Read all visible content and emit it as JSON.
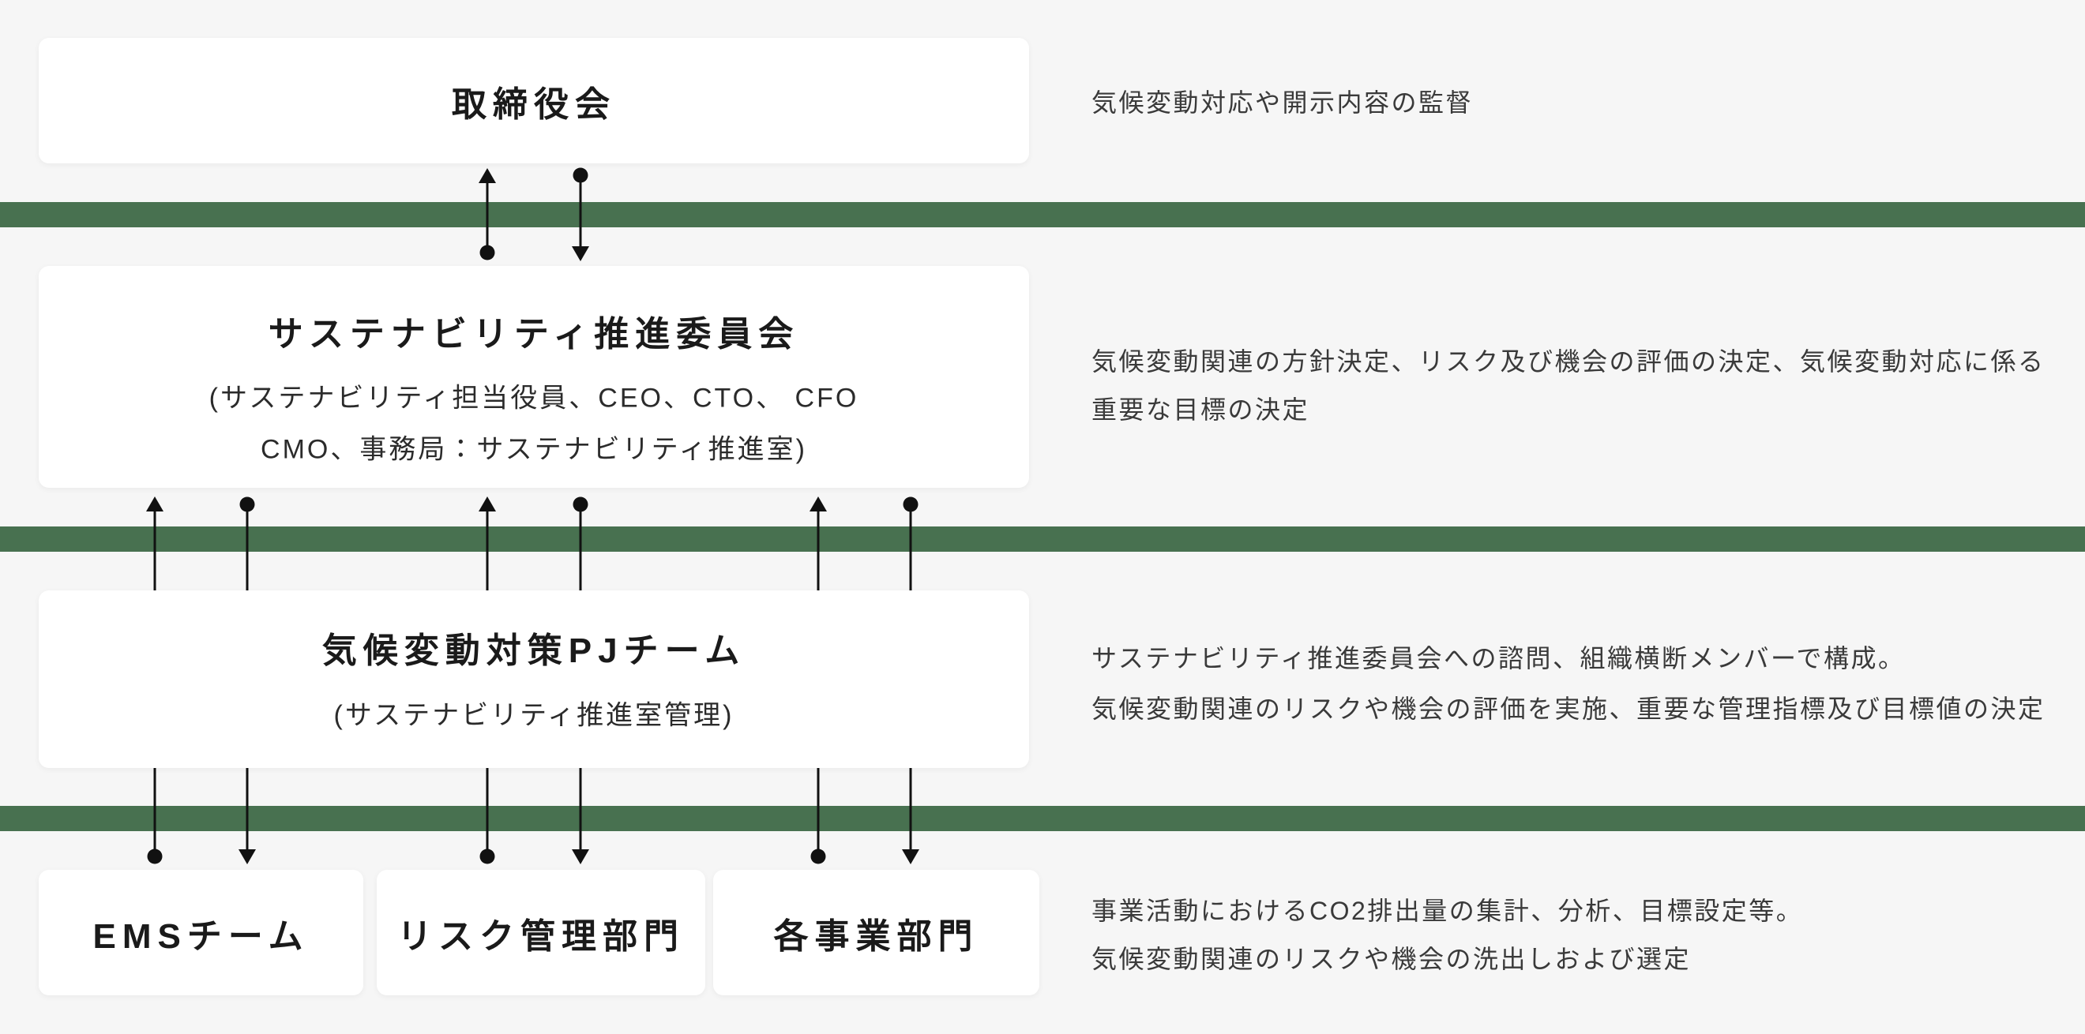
{
  "page": {
    "background_color": "#f6f6f6",
    "divider_color": "#487150",
    "arrow_color": "#111111"
  },
  "diagram": {
    "levels": [
      {
        "id": "board",
        "title": "取締役会",
        "description_lines": [
          "気候変動対応や開示内容の監督"
        ]
      },
      {
        "id": "sustainability-committee",
        "title": "サステナビリティ推進委員会",
        "subtitle_lines": [
          "(サステナビリティ担当役員、CEO、CTO、 CFO",
          "CMO、事務局：サステナビリティ推進室)"
        ],
        "description_lines": [
          "気候変動関連の方針決定、リスク及び機会の評価の決定、気候変動対応に係る",
          "重要な目標の決定"
        ]
      },
      {
        "id": "climate-pj-team",
        "title": "気候変動対策PJチーム",
        "subtitle_lines": [
          "(サステナビリティ推進室管理)"
        ],
        "description_lines": [
          "サステナビリティ推進委員会への諮問、組織横断メンバーで構成。",
          "気候変動関連のリスクや機会の評価を実施、重要な管理指標及び目標値の決定"
        ]
      },
      {
        "id": "operational-units",
        "boxes": [
          "EMSチーム",
          "リスク管理部門",
          "各事業部門"
        ],
        "description_lines": [
          "事業活動におけるCO2排出量の集計、分析、目標設定等。",
          "気候変動関連のリスクや機会の洗出しおよび選定"
        ]
      }
    ]
  }
}
